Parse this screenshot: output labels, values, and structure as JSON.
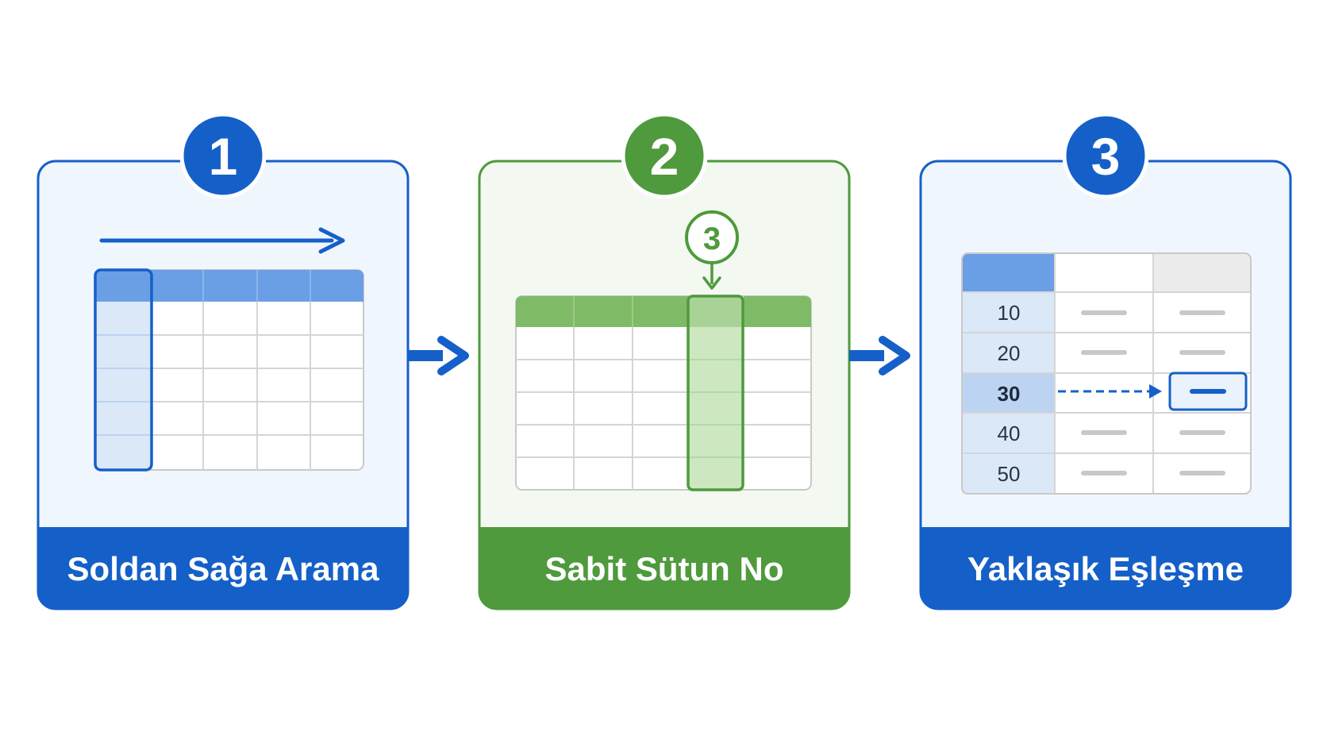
{
  "steps": [
    {
      "number": "1",
      "label": "Soldan Sağa Arama"
    },
    {
      "number": "2",
      "label": "Sabit Sütun No",
      "column_badge": "3"
    },
    {
      "number": "3",
      "label": "Yaklaşık Eşleşme",
      "values": [
        "10",
        "20",
        "30",
        "40",
        "50"
      ],
      "highlighted_value": "30"
    }
  ],
  "colors": {
    "blue": "#1560c8",
    "blue_light": "#6a9fe6",
    "blue_pale": "#dae8f8",
    "green": "#4e9a3c",
    "green_light": "#7fba67",
    "green_pale": "#cde7c1",
    "panel_bg_blue": "#f0f6fd",
    "panel_bg_green": "#f3f9f0",
    "grid": "#d5d5d5"
  }
}
